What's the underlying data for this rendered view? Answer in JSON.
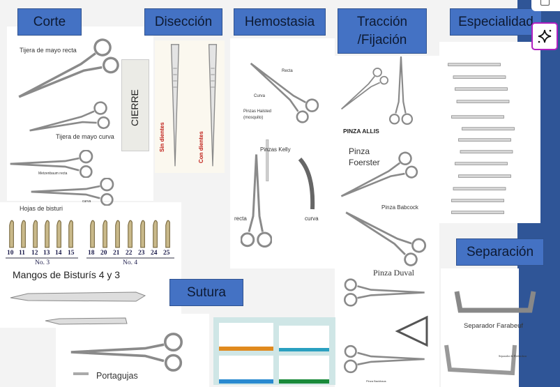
{
  "categories": {
    "corte": "Corte",
    "diseccion": "Disección",
    "hemostasia": "Hemostasia",
    "traccion": "Tracción /Fijación",
    "especialidad": "Especialidad",
    "separacion": "Separación",
    "sutura": "Sutura",
    "cierre": "CIERRE"
  },
  "corte": {
    "mayo_recta": "Tijera de mayo recta",
    "mayo_curva": "Tijera de mayo curva",
    "metzenbaum_recta": "Metzenbaum recta",
    "metzenbaum_curva": "curva",
    "hojas": "Hojas de bisturi",
    "no3_numbers": [
      "10",
      "11",
      "12",
      "13",
      "14",
      "15"
    ],
    "no3_label": "No. 3",
    "no4_numbers": [
      "18",
      "20",
      "21",
      "22",
      "23",
      "24",
      "25"
    ],
    "no4_label": "No. 4",
    "mangos": "Mangos de Bisturís 4 y 3"
  },
  "diseccion": {
    "sin": "Sin dientes",
    "con": "Con dientes"
  },
  "hemostasia": {
    "recta": "Recta",
    "curva": "Curva",
    "halsted": "Pinzas Halsted",
    "mosquito": "(mosquito)",
    "kelly": "Pinzas Kelly",
    "kelly_recta": "recta",
    "kelly_curva": "curva"
  },
  "traccion": {
    "allis": "PINZA ALLIS",
    "foerster_1": "Pinza",
    "foerster_2": "Foerster",
    "babcock": "Pinza Babcock",
    "duval": "Pinza Duval",
    "backhaus": "Pinza Backhaus"
  },
  "separacion": {
    "farabeuf": "Separador Farabeuf",
    "richardson": "Separador de Richardson"
  },
  "sutura": {
    "portagujas": "Portagujas"
  },
  "toolbar": {
    "sparkle_icon": "sparkle-icon"
  },
  "colors": {
    "tag_blue": "#4472c4",
    "accent_purple": "#b020c0"
  }
}
